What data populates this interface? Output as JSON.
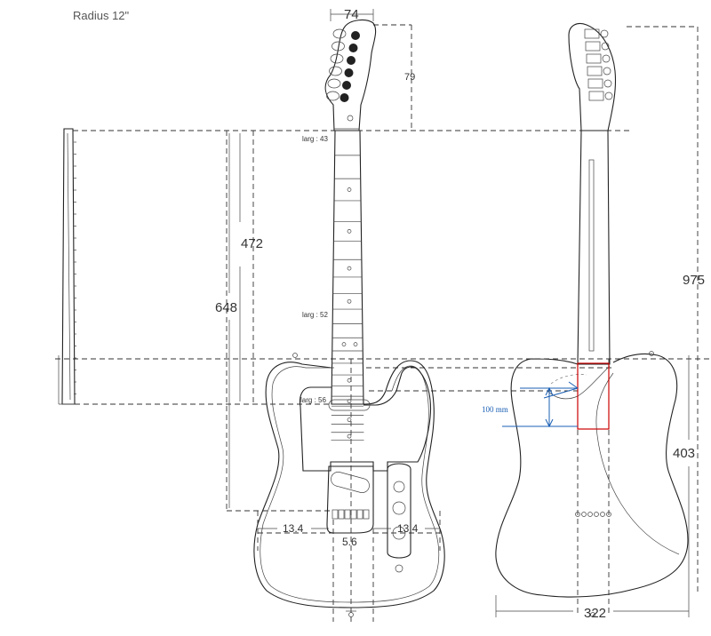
{
  "labels": {
    "radius": "Radius 12\"",
    "dim_nut_width_head": "74",
    "dim_head_79": "79",
    "larg_43": "larg : 43",
    "dim_472": "472",
    "dim_648": "648",
    "larg_52": "larg : 52",
    "larg_56": "larg : 56",
    "dim_13_4_left": "13.4",
    "dim_5_6": "5.6",
    "dim_13_4_right": "13.4",
    "dim_975": "975",
    "dim_403": "403",
    "dim_322": "322",
    "dim_100mm": "100 mm"
  },
  "colors": {
    "line": "#222222",
    "annotation_blue": "#1a5fb4",
    "highlight_red": "#cc0000"
  }
}
